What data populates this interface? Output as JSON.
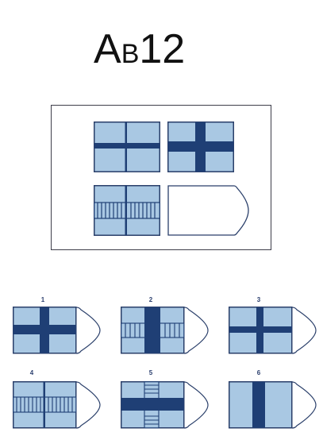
{
  "title": {
    "main": "A",
    "sub": "B",
    "number": "12"
  },
  "colors": {
    "light_fill": "#a9c8e3",
    "dark_band": "#1f3f75",
    "outline": "#2a3f6a",
    "frame": "#3d3d4a"
  },
  "matrix": {
    "cells": [
      {
        "pattern": "thin-cross"
      },
      {
        "pattern": "thick-cross"
      },
      {
        "pattern": "horizontal-hatched-band-with-vertical-line"
      },
      {
        "pattern": "missing-piece"
      }
    ]
  },
  "options": [
    {
      "number": "1",
      "pattern": "thick-cross"
    },
    {
      "number": "2",
      "pattern": "vertical-band-with-hatched-horizontal"
    },
    {
      "number": "3",
      "pattern": "thin-cross-variant"
    },
    {
      "number": "4",
      "pattern": "hatched-horizontal-with-vertical-line"
    },
    {
      "number": "5",
      "pattern": "horizontal-band-with-hatched-vertical"
    },
    {
      "number": "6",
      "pattern": "vertical-band-only"
    }
  ]
}
